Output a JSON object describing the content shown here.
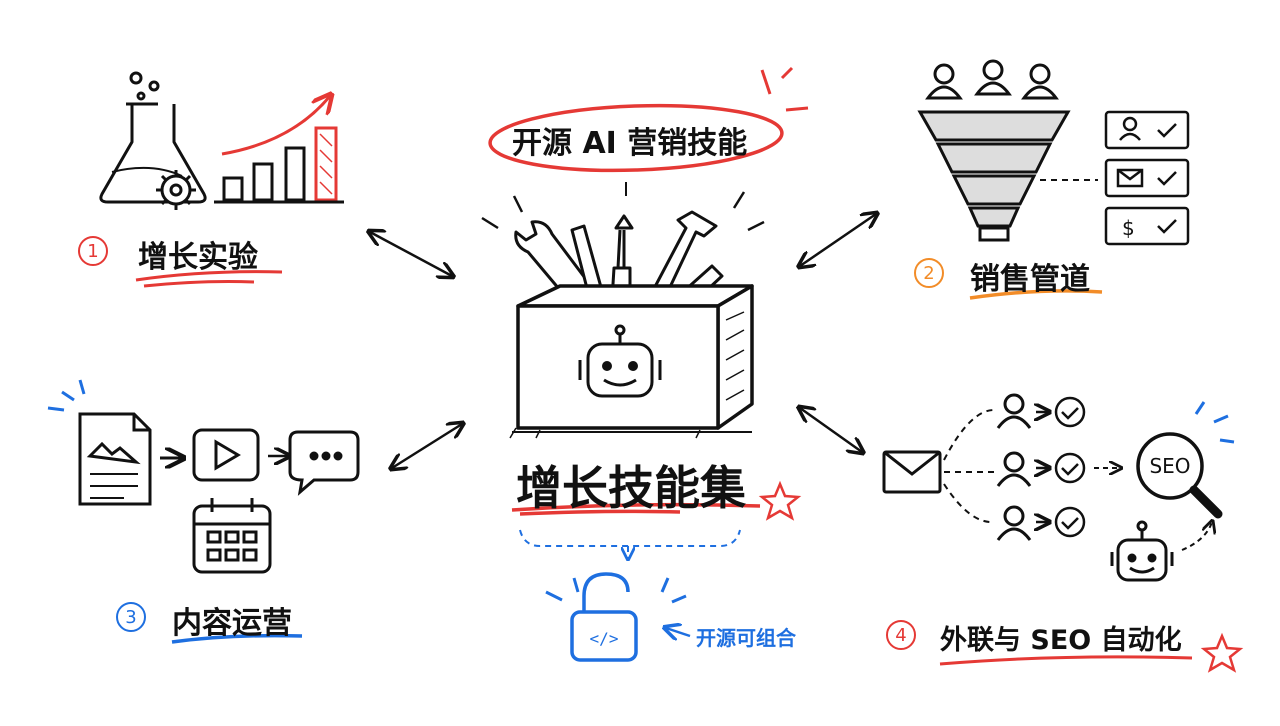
{
  "header": {
    "banner": "开源 AI 营销技能"
  },
  "center": {
    "title": "增长技能集",
    "open_source_note": "开源可组合"
  },
  "sections": [
    {
      "number": "1",
      "label": "增长实验",
      "color": "#e53935"
    },
    {
      "number": "2",
      "label": "销售管道",
      "color": "#f28c28"
    },
    {
      "number": "3",
      "label": "内容运营",
      "color": "#1e6fe0"
    },
    {
      "number": "4",
      "label": "外联与 SEO 自动化",
      "color": "#e53935"
    }
  ],
  "icons": {
    "seo_lens": "SEO",
    "dollar": "$",
    "code": "</>"
  },
  "colors": {
    "ink": "#111111",
    "red": "#e53935",
    "orange": "#f28c28",
    "blue": "#1e6fe0"
  }
}
